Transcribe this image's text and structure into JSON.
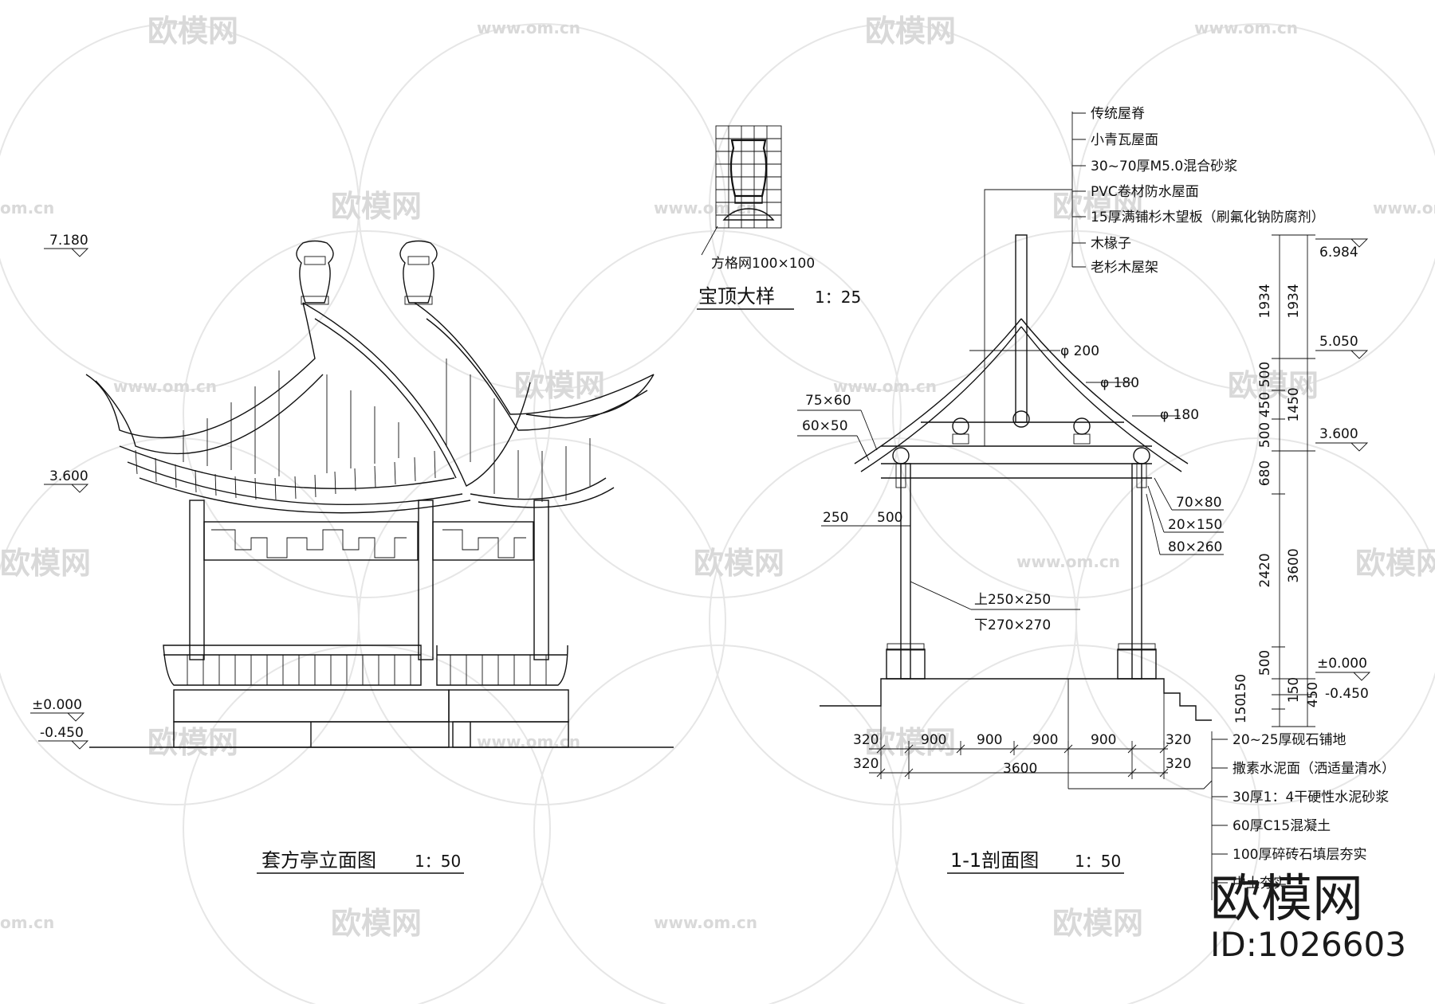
{
  "watermark": {
    "brand": "欧模网",
    "url": "www.om.cn",
    "short": "om.cn",
    "big_brand": "欧模网",
    "id_label": "ID:1026603"
  },
  "elevation": {
    "title": "套方亭立面图",
    "scale": "1：50",
    "levels": [
      "7.180",
      "3.600",
      "±0.000",
      "-0.450"
    ]
  },
  "finial_detail": {
    "title": "宝顶大样",
    "scale": "1：25",
    "grid_note": "方格网100×100"
  },
  "section": {
    "title": "1-1剖面图",
    "scale": "1：50",
    "roof_notes": [
      "传统屋脊",
      "小青瓦屋面",
      "30~70厚M5.0混合砂浆",
      "PVC卷材防水屋面",
      "15厚满铺杉木望板（刷氟化钠防腐剂）",
      "木椽子",
      "老杉木屋架"
    ],
    "member_labels": {
      "phi200": "φ 200",
      "phi180a": "φ 180",
      "phi180b": "φ 180",
      "s75x60": "75×60",
      "s60x50": "60×50",
      "s250": "250",
      "s500": "500",
      "s70x80": "70×80",
      "s20x150": "20×150",
      "s80x260": "80×260",
      "col_top": "上250×250",
      "col_bot": "下270×270"
    },
    "right_dims_inner": [
      "1934",
      "500",
      "450",
      "500",
      "680",
      "2420",
      "500",
      "150",
      "150"
    ],
    "right_dims_outer": [
      "1934",
      "1450",
      "3600",
      "150",
      "450"
    ],
    "right_levels": [
      "6.984",
      "5.050",
      "3.600",
      "±0.000",
      "-0.450"
    ],
    "bottom_dims_row1": [
      "320",
      "900",
      "900",
      "900",
      "900",
      "320"
    ],
    "bottom_dims_row2": [
      "320",
      "3600",
      "320"
    ],
    "floor_notes": [
      "20~25厚砚石铺地",
      "撒素水泥面（洒适量清水）",
      "30厚1：4干硬性水泥砂浆",
      "60厚C15混凝土",
      "100厚碎砖石填层夯实",
      "中土夯实"
    ]
  }
}
